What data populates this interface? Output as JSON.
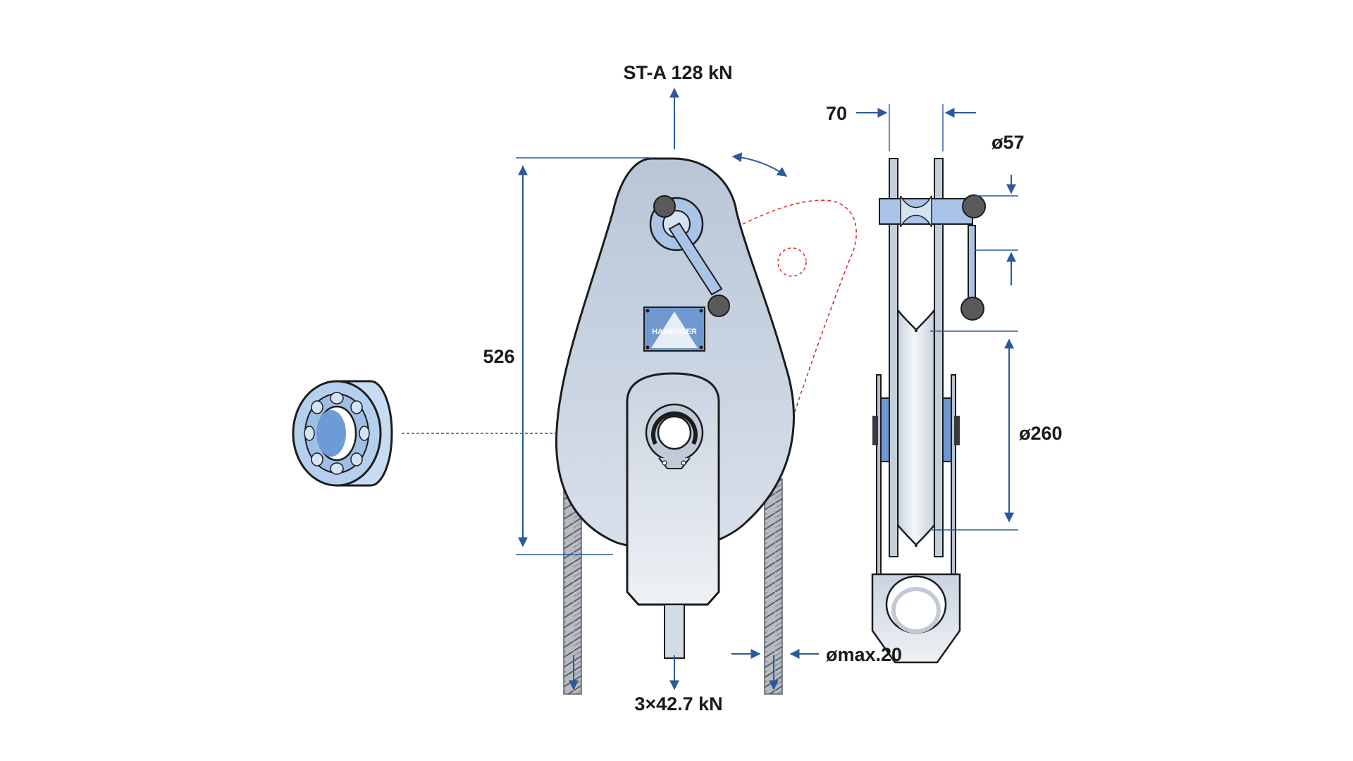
{
  "labels": {
    "top_load": "ST-A 128 kN",
    "bottom_load": "3×42.7 kN",
    "height": "526",
    "side_width": "70",
    "pin_diameter": "ø57",
    "sheave_diameter": "ø260",
    "rope_diameter": "ømax.20",
    "brand": "HABEGGER"
  },
  "colors": {
    "dimension": "#2a5a9a",
    "plate_fill": "#c4cfde",
    "bearing_fill": "#b8d2ee",
    "swing_outline": "#e03030",
    "outline": "#1c1c1c"
  },
  "icons": {
    "bearing": "ball-bearing-icon",
    "logo": "habegger-triangle-logo"
  }
}
